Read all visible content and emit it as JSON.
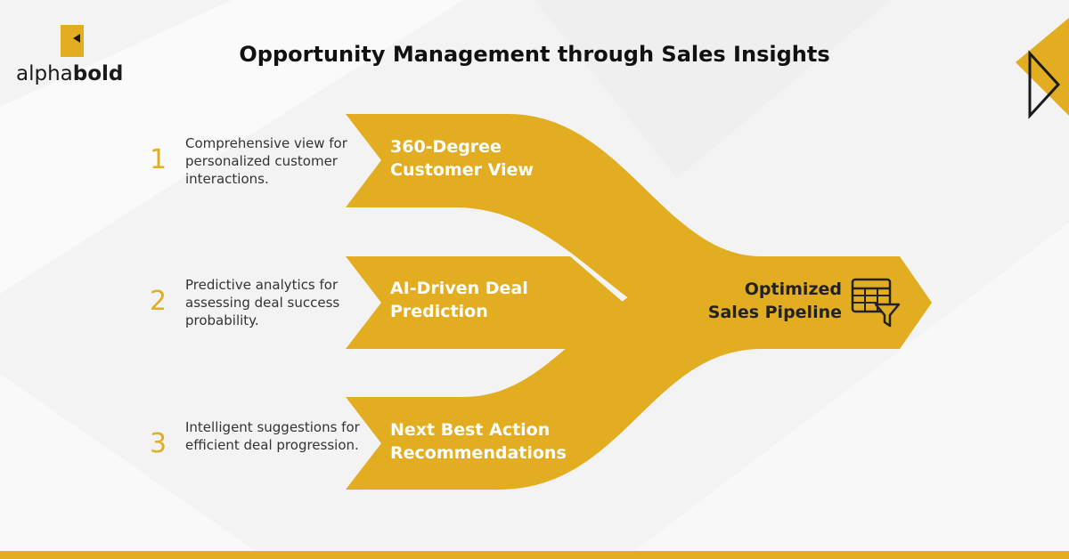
{
  "brand": {
    "logo_light": "alpha",
    "logo_bold": "bold",
    "accent": "#e2ad21"
  },
  "title": "Opportunity Management through Sales Insights",
  "steps": [
    {
      "number": "1",
      "description": "Comprehensive view for personalized customer interactions.",
      "label_line1": "360-Degree",
      "label_line2": "Customer View"
    },
    {
      "number": "2",
      "description": "Predictive analytics for assessing deal success probability.",
      "label_line1": "AI-Driven Deal",
      "label_line2": "Prediction"
    },
    {
      "number": "3",
      "description": "Intelligent suggestions for efficient deal progression.",
      "label_line1": "Next Best Action",
      "label_line2": "Recommendations"
    }
  ],
  "result": {
    "label_line1": "Optimized",
    "label_line2": "Sales Pipeline",
    "icon": "table-filter-icon"
  }
}
